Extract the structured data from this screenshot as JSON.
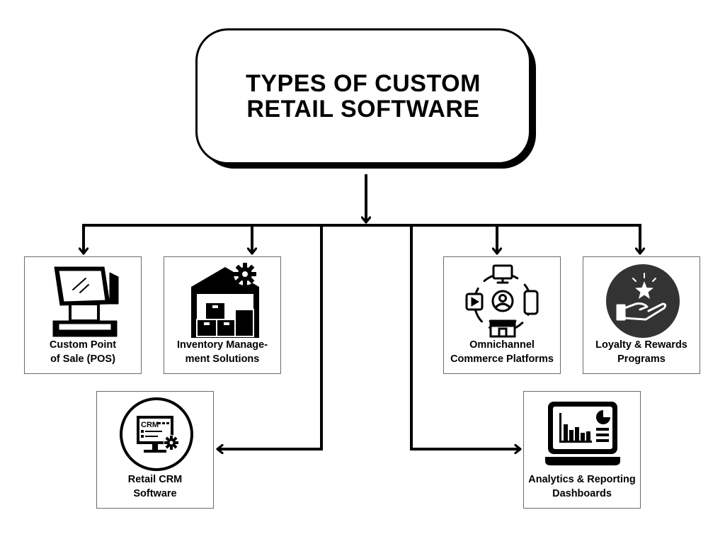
{
  "title": {
    "line1": "TYPES OF CUSTOM",
    "line2": "RETAIL SOFTWARE"
  },
  "cards": {
    "pos": {
      "line1": "Custom Point",
      "line2": "of Sale (POS)",
      "icon": "pos-terminal-icon"
    },
    "inventory": {
      "line1": "Inventory Manage-",
      "line2": "ment Solutions",
      "icon": "warehouse-gear-icon"
    },
    "omnichannel": {
      "line1": "Omnichannel",
      "line2": "Commerce Platforms",
      "icon": "omnichannel-cycle-icon"
    },
    "loyalty": {
      "line1": "Loyalty & Rewards",
      "line2": "Programs",
      "icon": "hand-star-icon"
    },
    "crm": {
      "line1": "Retail CRM",
      "line2": "Software",
      "icon": "crm-monitor-icon",
      "icon_text": "CRM"
    },
    "analytics": {
      "line1": "Analytics & Reporting",
      "line2": "Dashboards",
      "icon": "laptop-analytics-icon"
    }
  },
  "colors": {
    "stroke": "#000000",
    "card_border": "#6b6b6b",
    "background": "#ffffff"
  }
}
